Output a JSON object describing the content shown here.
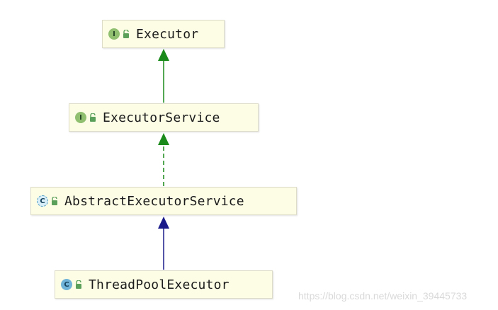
{
  "nodes": [
    {
      "id": "executor",
      "label": "Executor",
      "kind": "interface",
      "badge": "I",
      "icon": "interface-icon"
    },
    {
      "id": "executor-service",
      "label": "ExecutorService",
      "kind": "interface",
      "badge": "I",
      "icon": "interface-icon"
    },
    {
      "id": "abstract-executor-service",
      "label": "AbstractExecutorService",
      "kind": "abstract-class",
      "badge": "C",
      "icon": "abstract-class-icon"
    },
    {
      "id": "thread-pool-executor",
      "label": "ThreadPoolExecutor",
      "kind": "class",
      "badge": "C",
      "icon": "class-icon"
    }
  ],
  "edges": [
    {
      "from": "executor-service",
      "to": "executor",
      "type": "extends",
      "style": "solid",
      "color": "#1a8a1a"
    },
    {
      "from": "abstract-executor-service",
      "to": "executor-service",
      "type": "implements",
      "style": "dashed",
      "color": "#1a8a1a"
    },
    {
      "from": "thread-pool-executor",
      "to": "abstract-executor-service",
      "type": "extends",
      "style": "solid",
      "color": "#1a1a8a"
    }
  ],
  "colors": {
    "node_fill": "#fdfde6",
    "interface_badge": "#8fbf6f",
    "class_badge": "#6fb4d8",
    "lock_icon": "#5aa05a"
  },
  "watermark": "https://blog.csdn.net/weixin_39445733"
}
